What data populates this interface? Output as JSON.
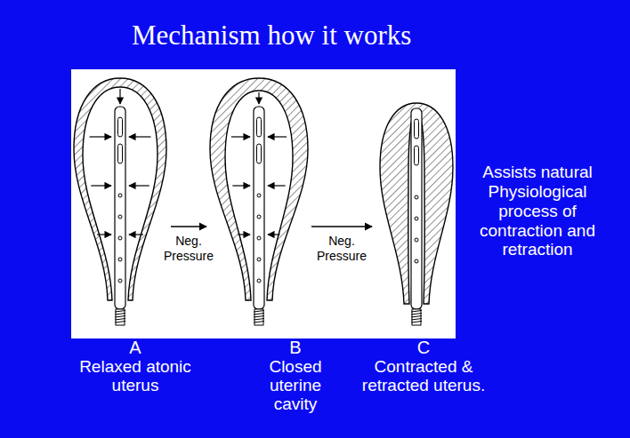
{
  "diagram": {
    "title": "Mechanism how it works",
    "nodes": [
      {
        "text": [
          "A",
          "Relaxed atonic uterus"
        ]
      },
      {
        "text": [
          "B",
          "Closed uterine cavity"
        ]
      },
      {
        "text": [
          "C",
          "Contracted & retracted uterus."
        ]
      }
    ],
    "edges": [
      {
        "from": 0,
        "to": 1,
        "arrow": "to",
        "label": "Neg. Pressure"
      },
      {
        "from": 1,
        "to": 2,
        "arrow": "to",
        "label": "Neg. Pressure"
      }
    ],
    "labels": [
      "Assists natural Physiological process of contraction and retraction"
    ]
  }
}
